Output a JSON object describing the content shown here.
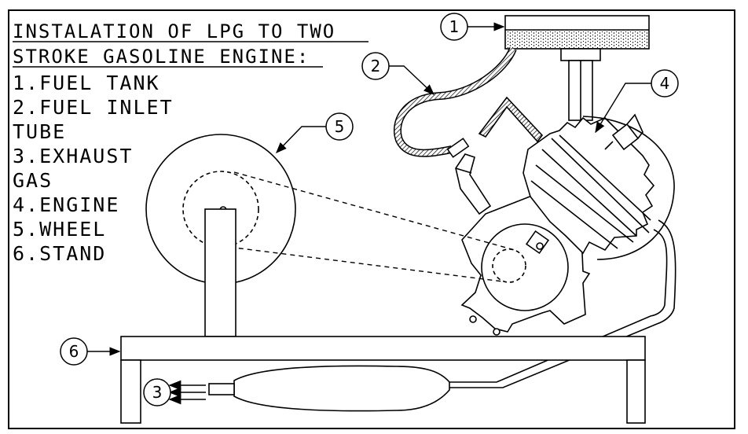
{
  "title": {
    "line1": "INSTALATION OF LPG TO TWO",
    "line2": "STROKE GASOLINE ENGINE:"
  },
  "legend": [
    "1.FUEL TANK",
    "2.FUEL INLET",
    "TUBE",
    "3.EXHAUST",
    "GAS",
    "4.ENGINE",
    "5.WHEEL",
    "6.STAND"
  ],
  "callouts": {
    "c1": "1",
    "c2": "2",
    "c3": "3",
    "c4": "4",
    "c5": "5",
    "c6": "6"
  },
  "colors": {
    "line": "#000000",
    "background": "#ffffff"
  }
}
